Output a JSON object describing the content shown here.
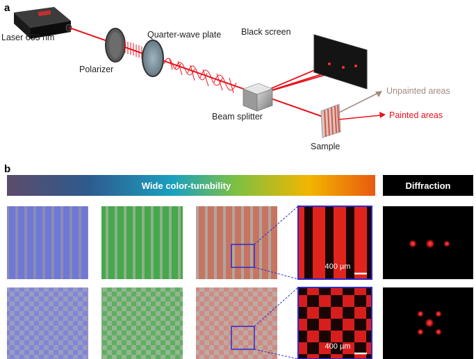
{
  "panel_a": {
    "letter": "a",
    "labels": {
      "laser": "Laser 633 nm",
      "polarizer": "Polarizer",
      "qwp": "Quarter-wave plate",
      "black_screen": "Black screen",
      "beam_splitter": "Beam splitter",
      "sample": "Sample",
      "unpainted": "Unpainted areas",
      "painted": "Painted areas"
    },
    "colors": {
      "beam": "#e8121c",
      "unpainted_arrow": "#a08a7e",
      "painted_arrow": "#e8121c"
    }
  },
  "panel_b": {
    "letter": "b",
    "gradient_label": "Wide color-tunability",
    "diffraction_label": "Diffraction",
    "scale_label": "400 µm",
    "gradient_colors": [
      "#5c4c6a",
      "#2a5a8a",
      "#1aa0b8",
      "#6dbb4a",
      "#f0b800",
      "#e85a10"
    ],
    "tile_colors": [
      "#6f78d6",
      "#4fae55",
      "#c77a6a"
    ],
    "inset_border": "#2b2bd0"
  }
}
